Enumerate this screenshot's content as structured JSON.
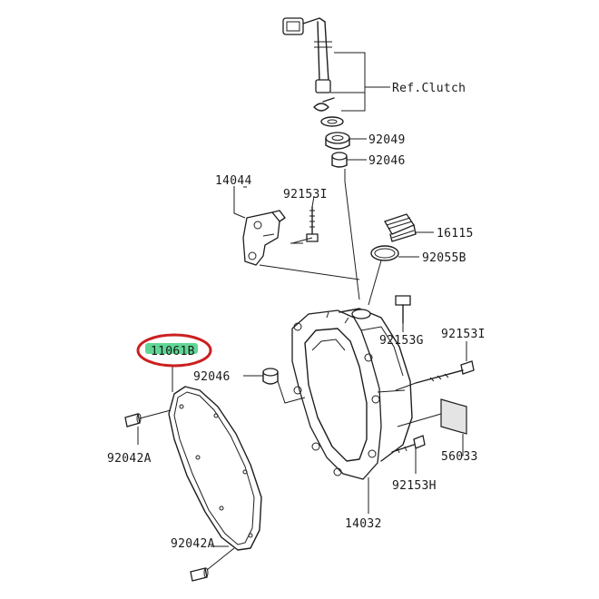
{
  "diagram": {
    "labels": {
      "ref_clutch": "Ref.Clutch",
      "p92049": "92049",
      "p92046_top": "92046",
      "p14044": "14044",
      "p92153i": "92153I",
      "p16115": "16115",
      "p92055b": "92055B",
      "p92153g": "92153G",
      "p92153i_right": "92153I",
      "p11061b": "11061B",
      "p92046_mid": "92046",
      "p56033": "56033",
      "p92042a_top": "92042A",
      "p92153h": "92153H",
      "p14032": "14032",
      "p92042a_bottom": "92042A"
    },
    "highlight": {
      "ring_color": "#cc1f1f",
      "mark_color": "#4fd28a",
      "target": "11061B"
    }
  }
}
